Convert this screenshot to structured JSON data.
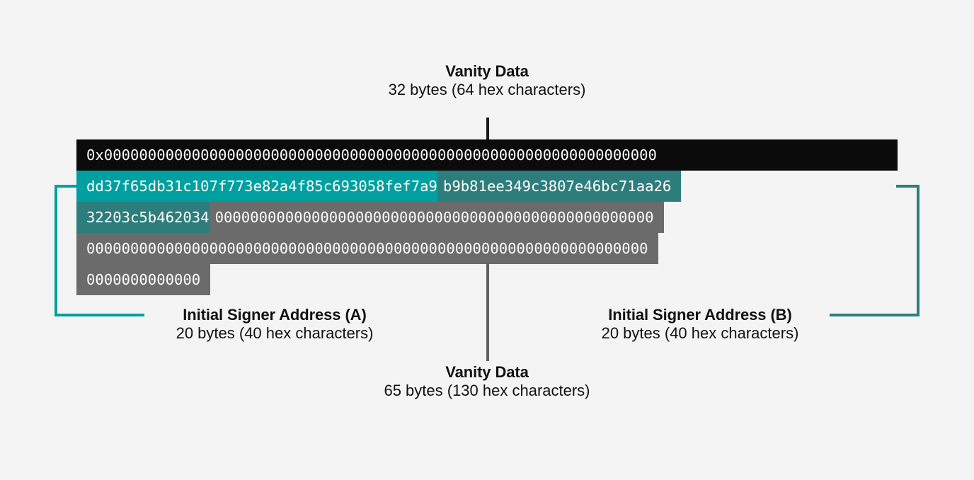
{
  "page": {
    "background": "#f4f4f4",
    "title": "Vanity Data / Initial Signer Address diagram"
  },
  "colors": {
    "black": "#0b0b0b",
    "teal": "#00a0a0",
    "dark_teal": "#2e7d7d",
    "gray": "#6b6b6b",
    "text": "#111111",
    "background": "#f4f4f4"
  },
  "annotations": {
    "top": {
      "title": "Vanity Data",
      "subtitle": "32 bytes (64 hex characters)"
    },
    "bottom": {
      "title": "Vanity Data",
      "subtitle": "65 bytes (130 hex characters)"
    },
    "signer_a": {
      "title": "Initial Signer Address (A)",
      "subtitle": "20 bytes (40 hex characters)",
      "accent": "#00a0a0"
    },
    "signer_b": {
      "title": "Initial Signer Address (B)",
      "subtitle": "20 bytes (40 hex characters)",
      "accent": "#2e7d7d"
    }
  },
  "hex": {
    "row1": {
      "prefix": "0x",
      "zeros": "000000000000000000000000000000000000000000000000000000000000",
      "full": "0x000000000000000000000000000000000000000000000000000000000000000",
      "color": "black"
    },
    "row2": {
      "signer_a": "dd37f65db31c107f773e82a4f85c693058fef7a9",
      "signer_b_part1": "b9b81ee349c3807e46bc71aa26",
      "colors": [
        "teal",
        "dark_teal"
      ]
    },
    "row3": {
      "signer_b_part2": "32203c5b462034",
      "zeros": "00000000000000000000000000000000000000000000000000",
      "colors": [
        "dark_teal",
        "gray"
      ]
    },
    "row4": {
      "zeros": "0000000000000000000000000000000000000000000000000000000000000000",
      "color": "gray"
    },
    "row5": {
      "zeros": "0000000000000",
      "color": "gray"
    }
  }
}
